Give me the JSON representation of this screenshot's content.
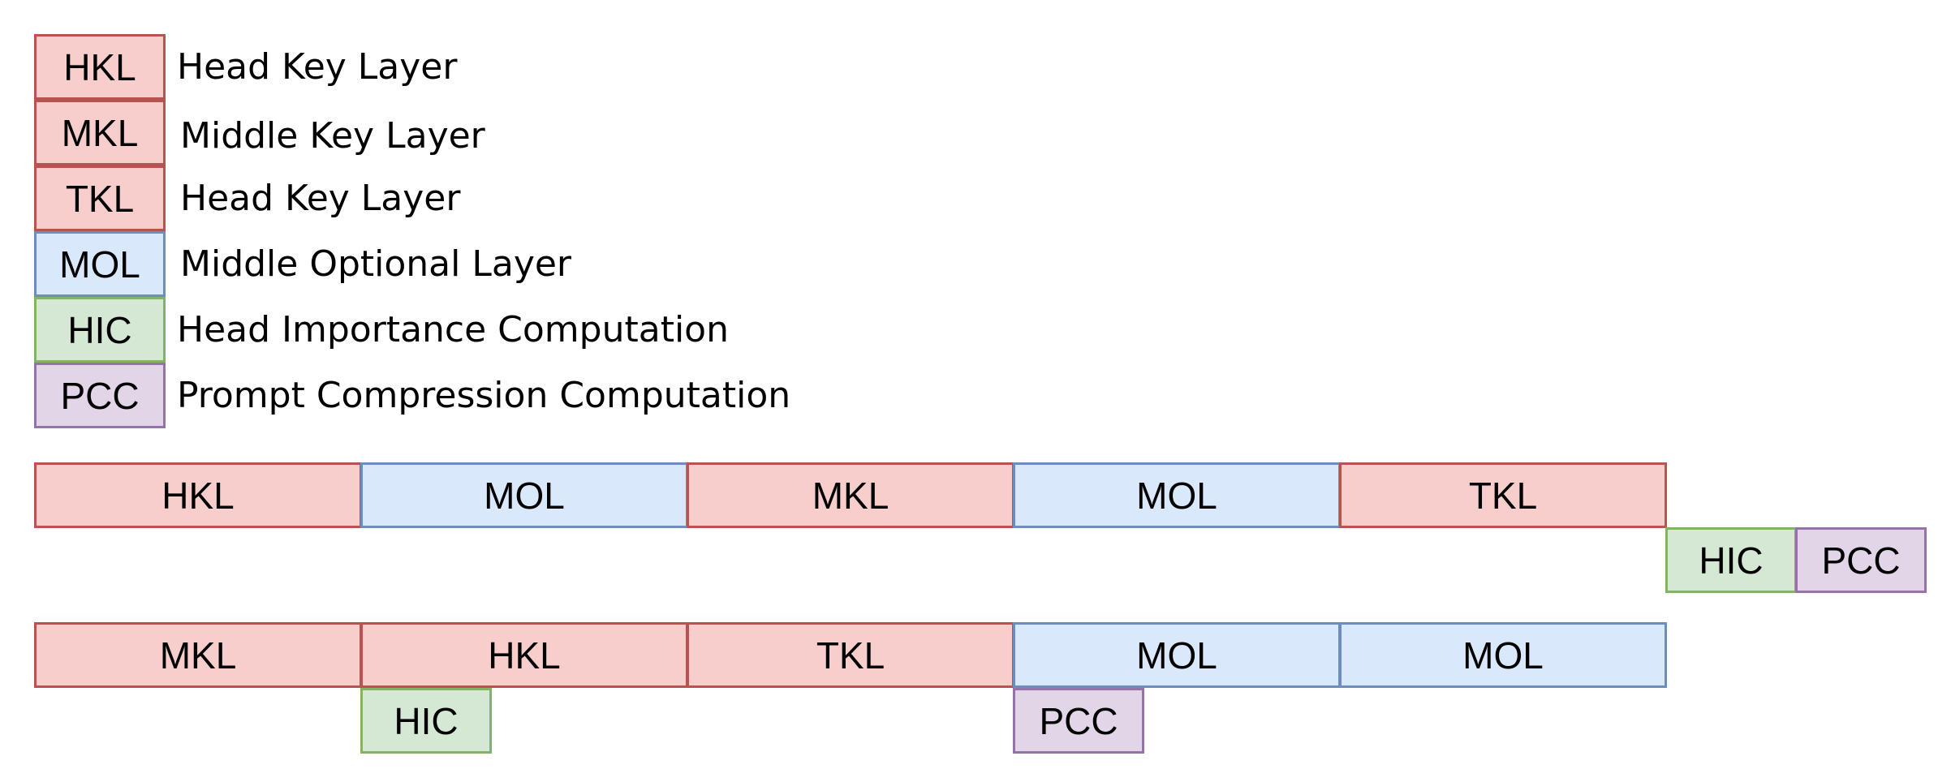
{
  "colors": {
    "key": {
      "fill": "#f8cecc",
      "stroke": "#b85450"
    },
    "optional": {
      "fill": "#dae8fc",
      "stroke": "#6c8ebf"
    },
    "importance": {
      "fill": "#d5e8d4",
      "stroke": "#82b366"
    },
    "compression": {
      "fill": "#e1d5e7",
      "stroke": "#9673a6"
    }
  },
  "legend": [
    {
      "abbr": "HKL",
      "label": "Head Key Layer",
      "kind": "key"
    },
    {
      "abbr": "MKL",
      "label": "Middle Key Layer",
      "kind": "key"
    },
    {
      "abbr": "TKL",
      "label": "Head Key Layer",
      "kind": "key"
    },
    {
      "abbr": "MOL",
      "label": "Middle Optional Layer",
      "kind": "optional"
    },
    {
      "abbr": "HIC",
      "label": "Head Importance Computation",
      "kind": "importance"
    },
    {
      "abbr": "PCC",
      "label": "Prompt Compression Computation",
      "kind": "compression"
    }
  ],
  "pipeline_1": {
    "layers": [
      {
        "label": "HKL",
        "kind": "key"
      },
      {
        "label": "MOL",
        "kind": "optional"
      },
      {
        "label": "MKL",
        "kind": "key"
      },
      {
        "label": "MOL",
        "kind": "optional"
      },
      {
        "label": "TKL",
        "kind": "key"
      }
    ],
    "computations": [
      {
        "label": "HIC",
        "kind": "importance"
      },
      {
        "label": "PCC",
        "kind": "compression"
      }
    ]
  },
  "pipeline_2": {
    "layers": [
      {
        "label": "MKL",
        "kind": "key"
      },
      {
        "label": "HKL",
        "kind": "key"
      },
      {
        "label": "TKL",
        "kind": "key"
      },
      {
        "label": "MOL",
        "kind": "optional"
      },
      {
        "label": "MOL",
        "kind": "optional"
      }
    ],
    "computations": [
      {
        "label": "HIC",
        "kind": "importance"
      },
      {
        "label": "PCC",
        "kind": "compression"
      }
    ]
  }
}
